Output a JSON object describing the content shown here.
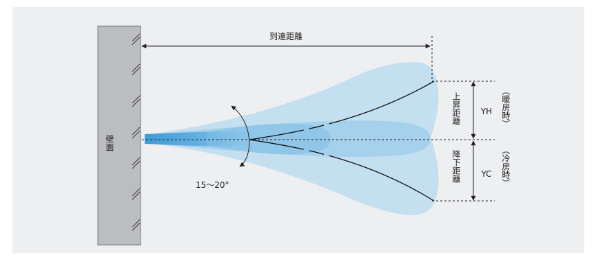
{
  "labels": {
    "reach_distance": "到達距離",
    "wall": "壁面",
    "rise_distance": "上昇距離",
    "yh": "YH",
    "heating": "（暖房時）",
    "fall_distance": "降下距離",
    "yc": "YC",
    "cooling": "（冷房時）",
    "angle": "15〜20°"
  },
  "colors": {
    "panel": "#eeeff1",
    "wall": "#bcbdbf",
    "plume_light": "#c4dff0",
    "plume_mid": "#8ec5e8",
    "core": "#4ea3dc"
  }
}
